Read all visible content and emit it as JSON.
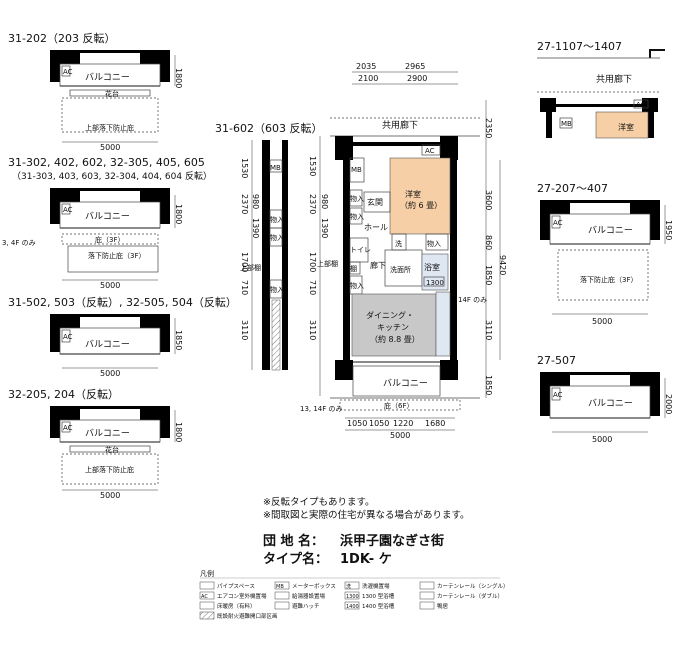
{
  "variants": {
    "v1": {
      "code": "31-202（203 反転）",
      "balcony": "バルコニー",
      "ac": "AC",
      "dim_depth": "1800",
      "dim_width": "5000",
      "note_a": "花台",
      "note_b": "上部落下防止庇"
    },
    "v2": {
      "code1": "31-302, 402, 602, 32-305, 405, 605",
      "code2": "（31-303, 403, 603, 32-304, 404, 604 反転）",
      "balcony": "バルコニー",
      "ac": "AC",
      "dim_depth": "1800",
      "dim_width": "5000",
      "side_note": "3, 4F のみ",
      "note_a": "庇（3F）",
      "note_b": "落下防止庇（3F）"
    },
    "v3": {
      "code": "31-502, 503（反転）, 32-505, 504（反転）",
      "balcony": "バルコニー",
      "ac": "AC",
      "dim_depth": "1850",
      "dim_width": "5000"
    },
    "v4": {
      "code": "32-205, 204（反転）",
      "balcony": "バルコニー",
      "ac": "AC",
      "dim_depth": "1800",
      "dim_width": "5000",
      "note_a": "花台",
      "note_b": "上部落下防止庇"
    },
    "v5": {
      "code": "27-1107～1407",
      "corridor": "共用廊下",
      "room": "洋室",
      "ac": "AC",
      "mb": "MB"
    },
    "v6": {
      "code": "27-207～407",
      "balcony": "バルコニー",
      "ac": "AC",
      "dim_depth": "1950",
      "dim_width": "5000",
      "note_a": "落下防止庇（3F）"
    },
    "v7": {
      "code": "27-507",
      "balcony": "バルコニー",
      "ac": "AC",
      "dim_depth": "2000",
      "dim_width": "5000"
    },
    "v8": {
      "code": "31-602（603 反転）",
      "mb": "MB",
      "storage": "物入",
      "upper_cabinet": "上部棚",
      "dims": [
        "1530",
        "2370",
        "980",
        "1390",
        "1700",
        "710",
        "3110"
      ]
    }
  },
  "main_plan": {
    "corridor": "共用廊下",
    "ac": "AC",
    "top_dims_upper": [
      "2035",
      "2965"
    ],
    "top_dims_lower": [
      "2100",
      "2900"
    ],
    "right_dims": [
      "2350",
      "3600",
      "860",
      "1850",
      "3110",
      "1850"
    ],
    "right_total": "9420",
    "left_dims": [
      "1530",
      "2370",
      "980",
      "1390",
      "1700",
      "710",
      "3110"
    ],
    "bottom_dims": [
      "1050",
      "1050",
      "1220",
      "1680"
    ],
    "bottom_total": "5000",
    "rooms": {
      "western": "洋室",
      "western_size": "（約 6 畳）",
      "entrance": "玄関",
      "hall": "ホール",
      "toilet": "トイレ",
      "corridor_in": "廊下",
      "washroom": "洗面所",
      "bath": "浴室",
      "bath_size": "1300",
      "dining1": "ダイニング・",
      "dining2": "キッチン",
      "dining_size": "（約 8.8 畳）",
      "balcony": "バルコニー",
      "storage": "物入",
      "wash": "洗",
      "shelf": "棚",
      "mb": "MB",
      "upper_cabinet": "上部棚"
    },
    "note_14f": "14F のみ",
    "note_1314f": "13, 14F のみ",
    "eave": "庇（6F）"
  },
  "notes": [
    "※反転タイプもあります。",
    "※間取図と実際の住宅が異なる場合があります。"
  ],
  "info": {
    "complex_label": "団 地 名：",
    "complex_name": "浜甲子園なぎさ街",
    "type_label": "タイプ名：",
    "type_name": "1DK- ケ"
  },
  "legend": {
    "title": "凡例",
    "items": [
      [
        "",
        "パイプスペース"
      ],
      [
        "MB",
        "メーターボックス"
      ],
      [
        "洗",
        "洗濯機置場"
      ],
      [
        "",
        "カーテンレール（シングル）"
      ],
      [
        "AC",
        "エアコン室外機置場"
      ],
      [
        "",
        "給湯器設置場"
      ],
      [
        "1300",
        "1300 型浴槽"
      ],
      [
        "",
        "カーテンレール（ダブル）"
      ],
      [
        "",
        "床暖房（有料）"
      ],
      [
        "",
        "避難ハッチ"
      ],
      [
        "1400",
        "1400 型浴槽"
      ],
      [
        "",
        "鴨居"
      ],
      [
        "",
        "既設耐火避難開口部区画"
      ]
    ]
  }
}
